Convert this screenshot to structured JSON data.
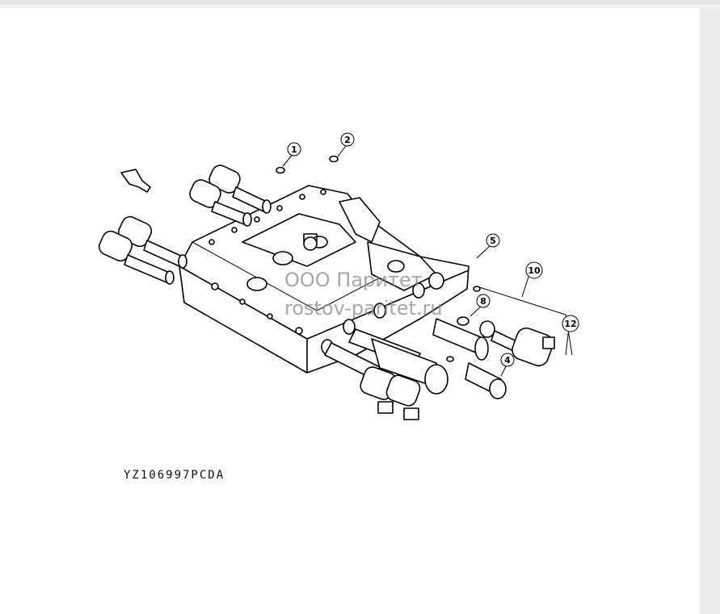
{
  "figure": {
    "caption": "YZ106997PCDA",
    "watermark_line1": "ООО Паритет",
    "watermark_line2": "rostov-paritet.ru",
    "callouts": [
      "1",
      "2",
      "4",
      "5",
      "8",
      "10",
      "12"
    ]
  }
}
